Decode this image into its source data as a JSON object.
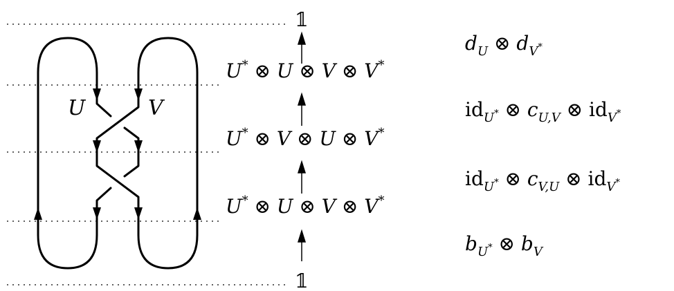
{
  "diagram": {
    "unit_top": "𝟙",
    "unit_bottom": "𝟙",
    "strand_labels": {
      "left": "U",
      "right": "V"
    },
    "levels": [
      {
        "U1": "U",
        "V1": "U",
        "U2": "V",
        "V2": "V",
        "star": "*",
        "otimes": "⊗"
      },
      {
        "U1": "U",
        "V1": "V",
        "U2": "U",
        "V2": "V",
        "star": "*",
        "otimes": "⊗"
      },
      {
        "U1": "U",
        "V1": "U",
        "U2": "V",
        "V2": "V",
        "star": "*",
        "otimes": "⊗"
      }
    ],
    "morphisms": [
      {
        "a": "d",
        "a_sub": "U",
        "b": "d",
        "b_sub": "V",
        "b_sup": "*"
      },
      {
        "id1": "id",
        "id1_sub": "U",
        "c": "c",
        "c_sub": "U,V",
        "id2": "id",
        "id2_sub": "V"
      },
      {
        "id1": "id",
        "id1_sub": "U",
        "c": "c",
        "c_sub": "V,U",
        "id2": "id",
        "id2_sub": "V"
      },
      {
        "a": "b",
        "a_sub": "U",
        "a_sup": "*",
        "b": "b",
        "b_sub": "V"
      }
    ],
    "colors": {
      "stroke": "#000000",
      "dots": "#000000"
    }
  }
}
